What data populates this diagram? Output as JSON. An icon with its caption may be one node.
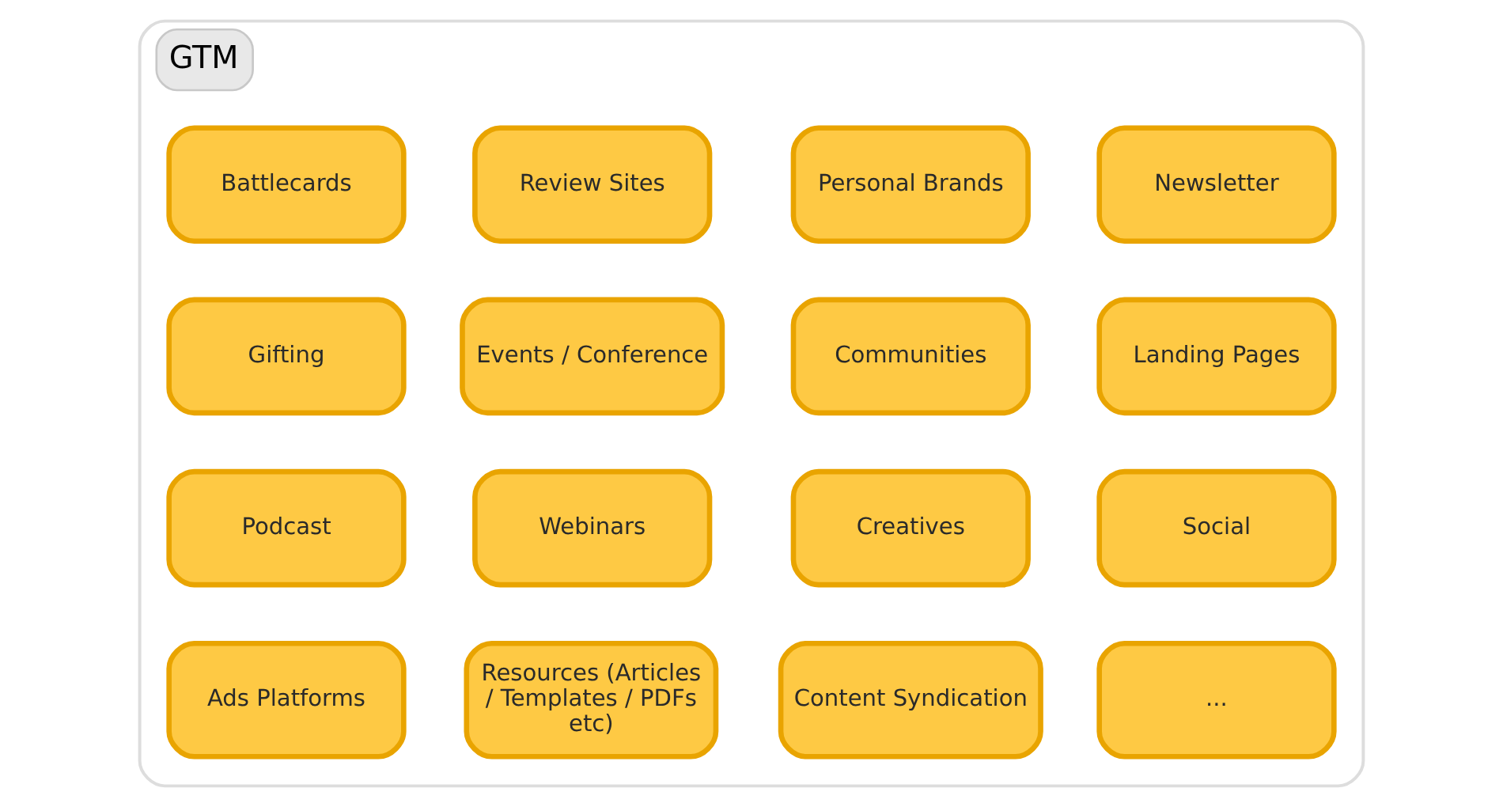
{
  "diagram": {
    "nodes": [
      {
        "text": [
          "GTM"
        ]
      },
      {
        "text": [
          "Battlecards"
        ],
        "in": 0
      },
      {
        "text": [
          "Review Sites"
        ],
        "in": 0
      },
      {
        "text": [
          "Personal Brands"
        ],
        "in": 0
      },
      {
        "text": [
          "Newsletter"
        ],
        "in": 0
      },
      {
        "text": [
          "Gifting"
        ],
        "in": 0
      },
      {
        "text": [
          "Events / Conference"
        ],
        "in": 0
      },
      {
        "text": [
          "Communities"
        ],
        "in": 0
      },
      {
        "text": [
          "Landing Pages"
        ],
        "in": 0
      },
      {
        "text": [
          "Podcast"
        ],
        "in": 0
      },
      {
        "text": [
          "Webinars"
        ],
        "in": 0
      },
      {
        "text": [
          "Creatives"
        ],
        "in": 0
      },
      {
        "text": [
          "Social"
        ],
        "in": 0
      },
      {
        "text": [
          "Ads Platforms"
        ],
        "in": 0
      },
      {
        "text": [
          "Resources (Articles / Templates / PDFs etc)"
        ],
        "in": 0
      },
      {
        "text": [
          "Content Syndication"
        ],
        "in": 0
      },
      {
        "text": [
          "..."
        ],
        "in": 0
      }
    ]
  }
}
